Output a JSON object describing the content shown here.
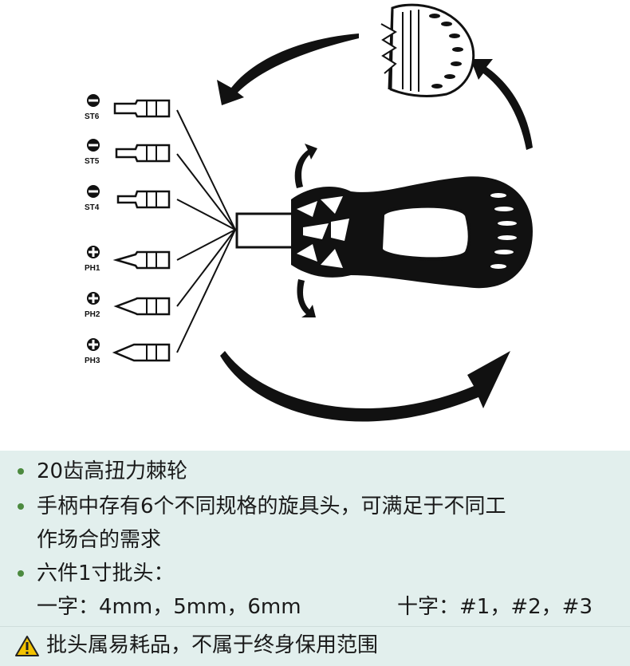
{
  "diagram": {
    "bits": [
      {
        "label": "ST6",
        "type": "slotted"
      },
      {
        "label": "ST5",
        "type": "slotted"
      },
      {
        "label": "ST4",
        "type": "slotted"
      },
      {
        "label": "PH1",
        "type": "phillips"
      },
      {
        "label": "PH2",
        "type": "phillips"
      },
      {
        "label": "PH3",
        "type": "phillips"
      }
    ]
  },
  "features": {
    "item1": "20齿高扭力棘轮",
    "item2_line1": "手柄中存有6个不同规格的旋具头，可满足于不同工",
    "item2_line2": "作场合的需求",
    "item3_line1": "六件1寸批头：",
    "item3_slotted": "一字：4mm，5mm，6mm",
    "item3_phillips": "十字：#1，#2，#3"
  },
  "note": {
    "text": "批头属易耗品，不属于终身保用范围",
    "icon": "warning-icon",
    "icon_color": "#f2c200"
  }
}
